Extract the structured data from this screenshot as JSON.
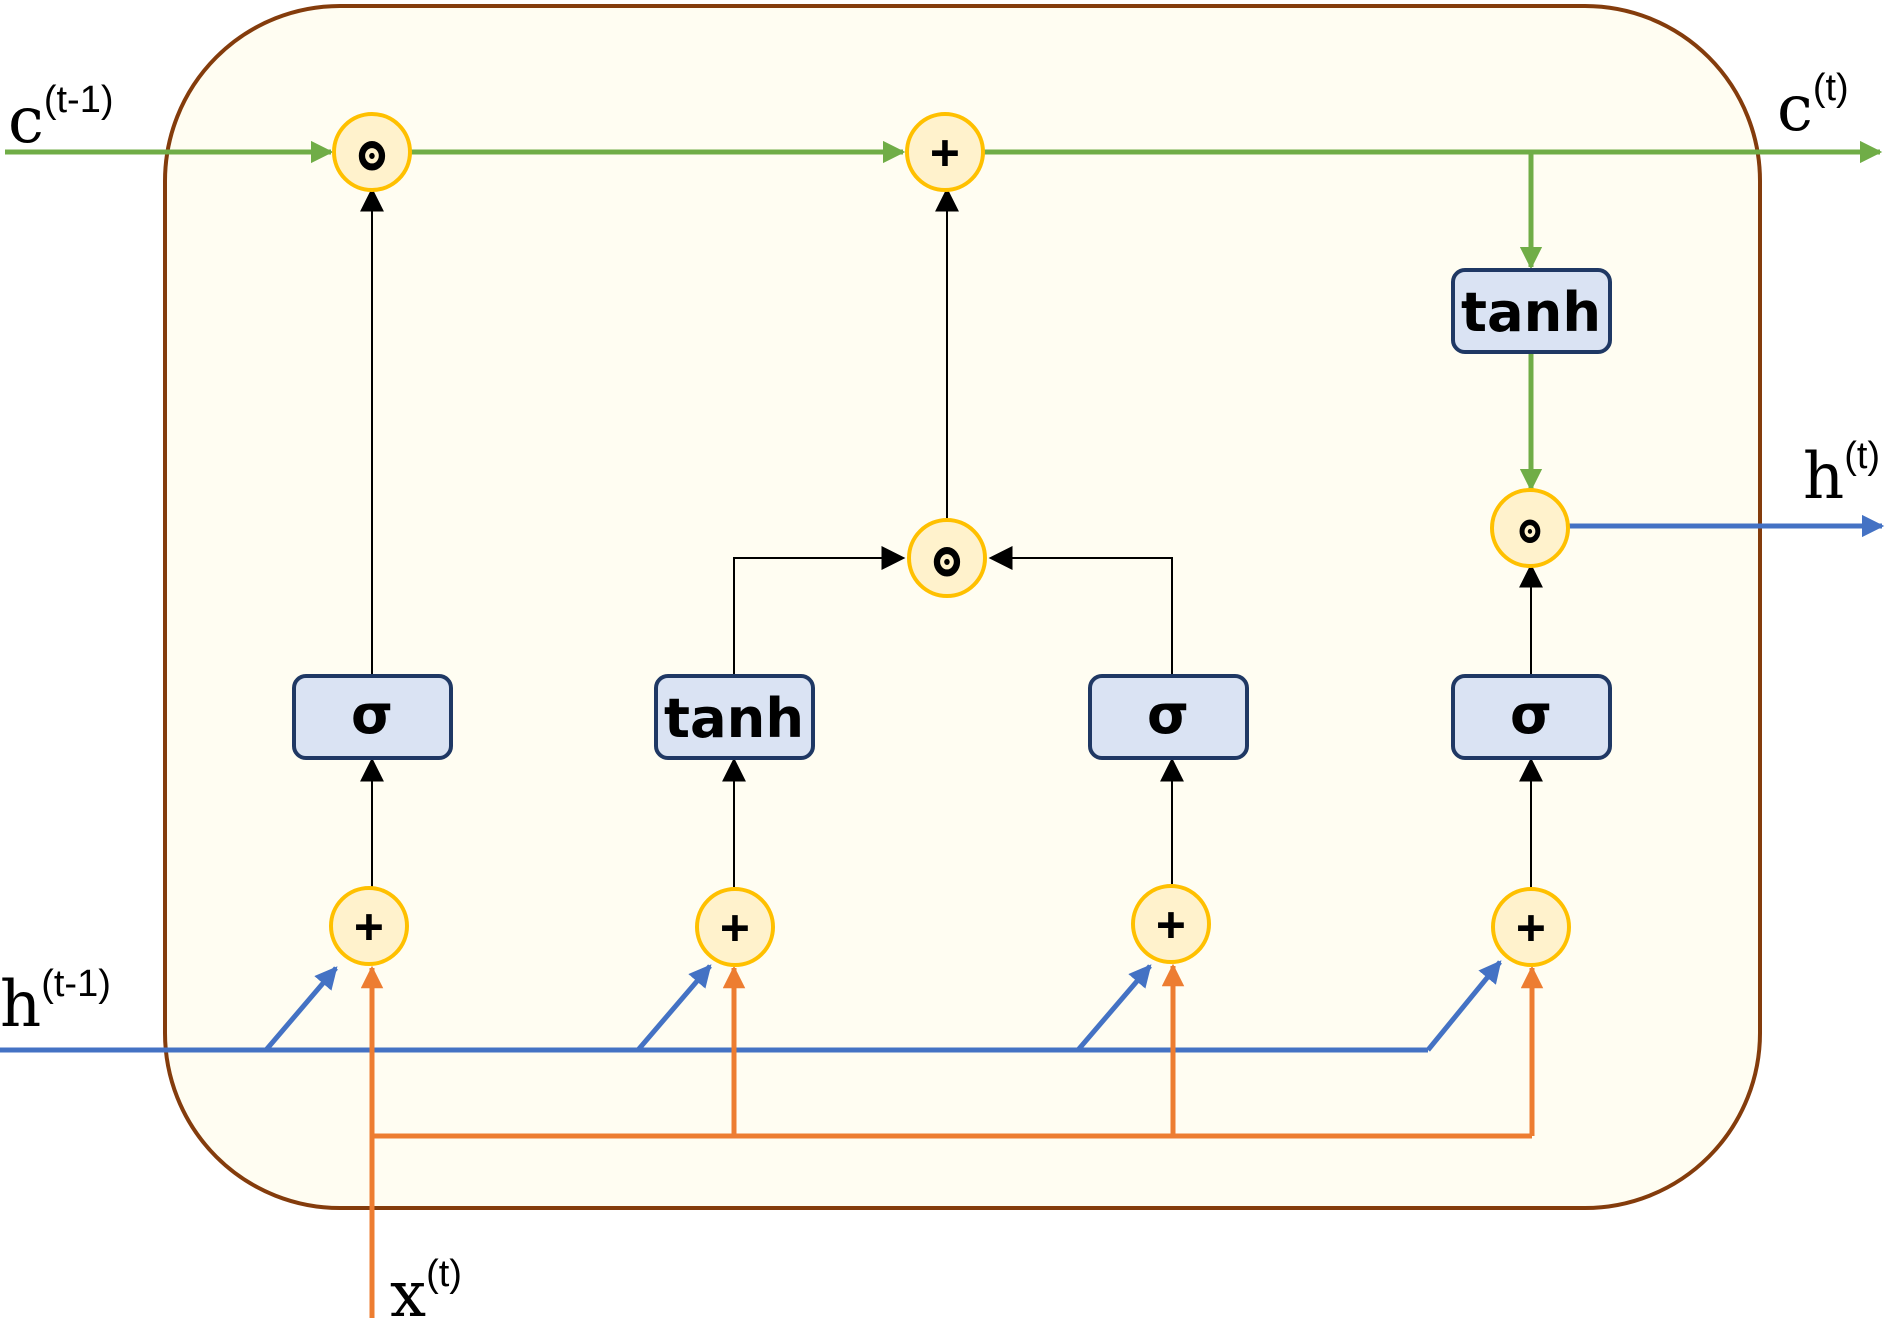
{
  "labels": {
    "c_prev": {
      "base": "c",
      "sup": "(t-1)"
    },
    "c_next": {
      "base": "c",
      "sup": "(t)"
    },
    "h_prev": {
      "base": "h",
      "sup": "(t-1)"
    },
    "h_next": {
      "base": "h",
      "sup": "(t)"
    },
    "x_in": {
      "base": "x",
      "sup": "(t)"
    }
  },
  "ops": {
    "forget_mul": "ʘ",
    "cell_add": "+",
    "input_mul": "ʘ",
    "output_mul": "ʘ",
    "add_forget": "+",
    "add_candidate": "+",
    "add_input": "+",
    "add_output": "+"
  },
  "gates": {
    "forget": "σ",
    "candidate": "tanh",
    "input": "σ",
    "output": "σ",
    "cell_tanh": "tanh"
  },
  "colors": {
    "cell_state": "#70ad47",
    "hidden_state": "#4472c4",
    "input": "#ed7d31",
    "internal": "#000000",
    "op_fill": "#fff2cc",
    "op_stroke": "#ffc000",
    "gate_fill": "#dae3f3",
    "gate_stroke": "#1f3864",
    "cell_border": "#843c0c",
    "cell_fill": "#fffdf2"
  }
}
